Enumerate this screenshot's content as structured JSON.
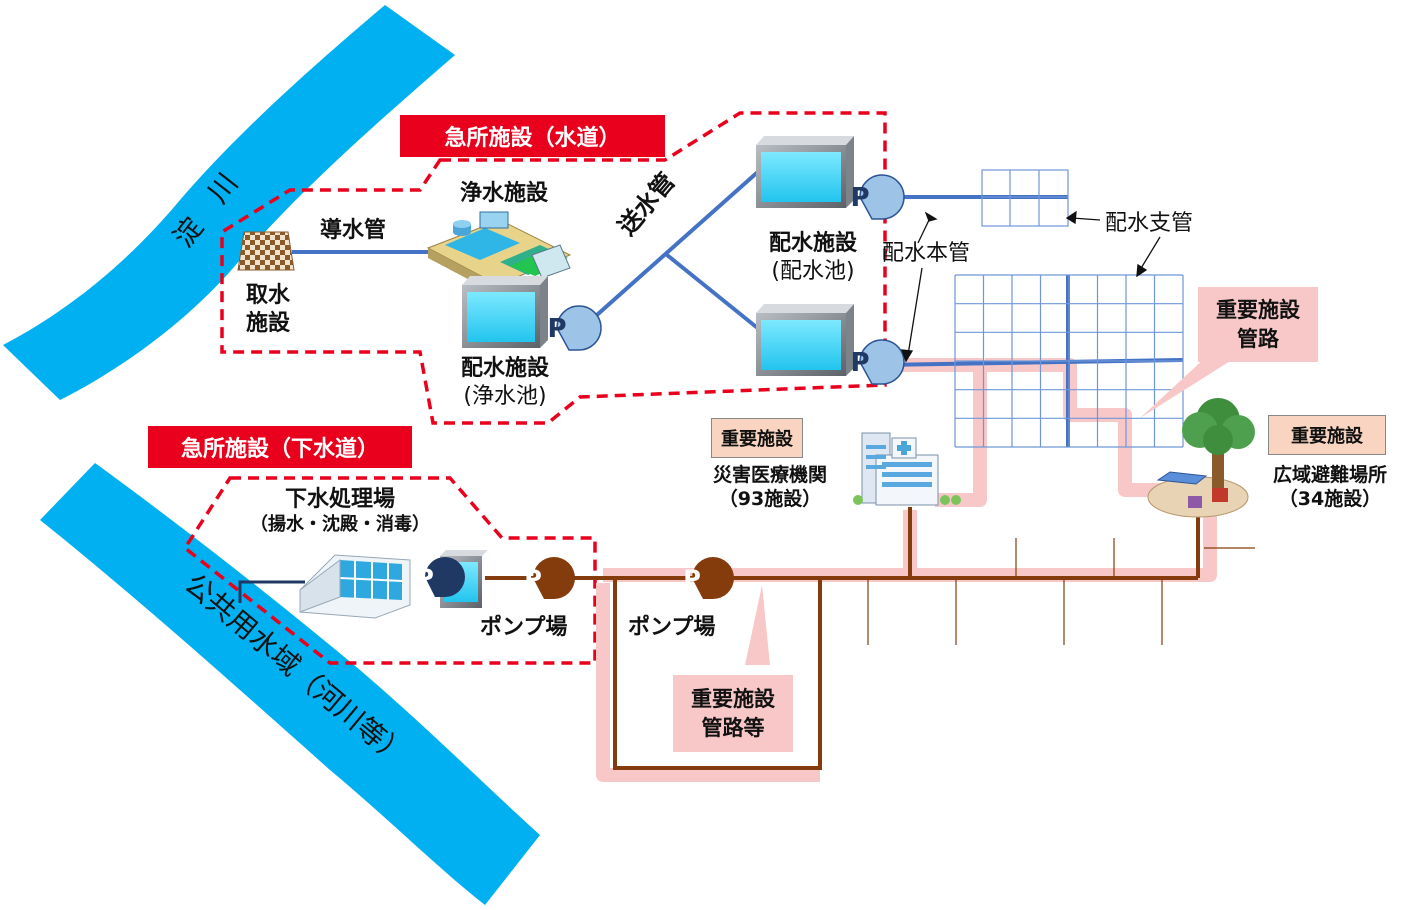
{
  "rivers": {
    "yodo": "淀　川",
    "public": "公共用水域（河川等）"
  },
  "water": {
    "box_title": "急所施設（水道）",
    "intake": [
      "取水",
      "施設"
    ],
    "conduit": "導水管",
    "purification": "浄水施設",
    "dist_clear": [
      "配水施設",
      "(浄水池)"
    ],
    "transmission": "送水管",
    "dist_reservoir": [
      "配水施設",
      "(配水池)"
    ],
    "main_pipe": "配水本管",
    "branch_pipe": "配水支管",
    "important_route": [
      "重要施設",
      "管路"
    ],
    "pump_letter": "P"
  },
  "sewer": {
    "box_title": "急所施設（下水道）",
    "plant": "下水処理場",
    "plant_process": "（揚水・沈殿・消毒）",
    "pump_station_1": "ポンプ場",
    "pump_station_2": "ポンプ場",
    "important_route": [
      "重要施設",
      "管路等"
    ],
    "pump_letter": "P"
  },
  "facilities": {
    "hospital_tag": "重要施設",
    "hospital_name": "災害医療機関",
    "hospital_count": "（93施設）",
    "evac_tag": "重要施設",
    "evac_name": "広域避難場所",
    "evac_count": "（34施設）"
  },
  "colors": {
    "river": "#00b0f0",
    "water_pipe": "#4472c4",
    "sewer_pipe": "#843c0c",
    "highlight": "#f8c8c8",
    "red": "#e8001c",
    "grid": "#6f97d8"
  }
}
